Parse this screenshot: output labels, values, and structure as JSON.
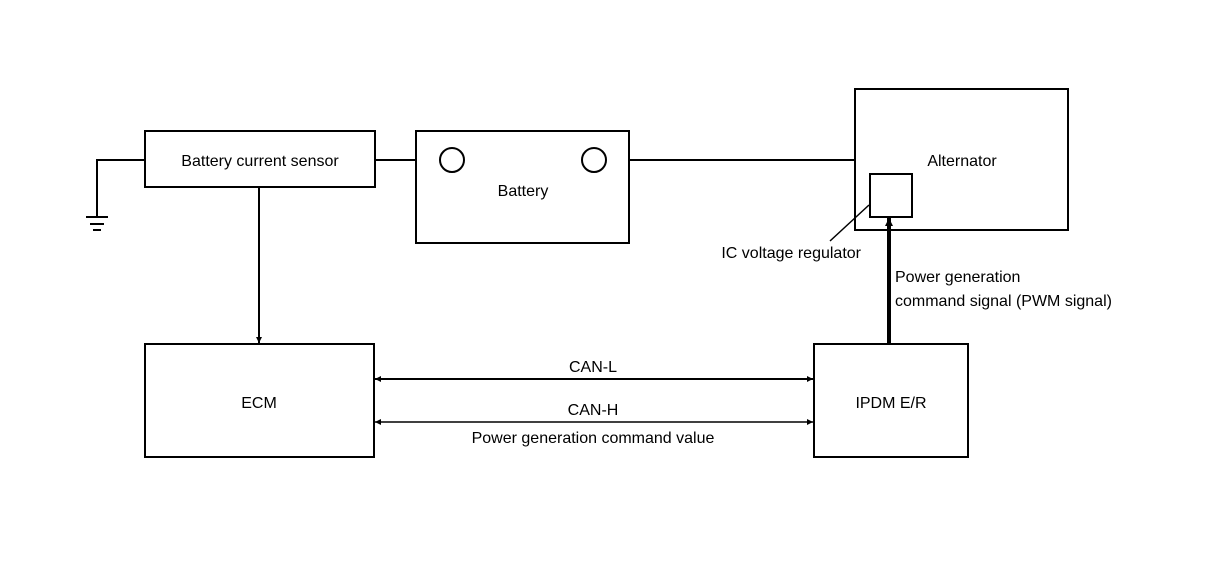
{
  "diagram": {
    "battery_current_sensor": "Battery current sensor",
    "battery": "Battery",
    "alternator": "Alternator",
    "ic_voltage_regulator": "IC voltage regulator",
    "pwm_signal_line1": "Power generation",
    "pwm_signal_line2": "command signal (PWM signal)",
    "ecm": "ECM",
    "ipdm": "IPDM E/R",
    "can_l": "CAN-L",
    "can_h": "CAN-H",
    "command_value": "Power generation command value"
  }
}
